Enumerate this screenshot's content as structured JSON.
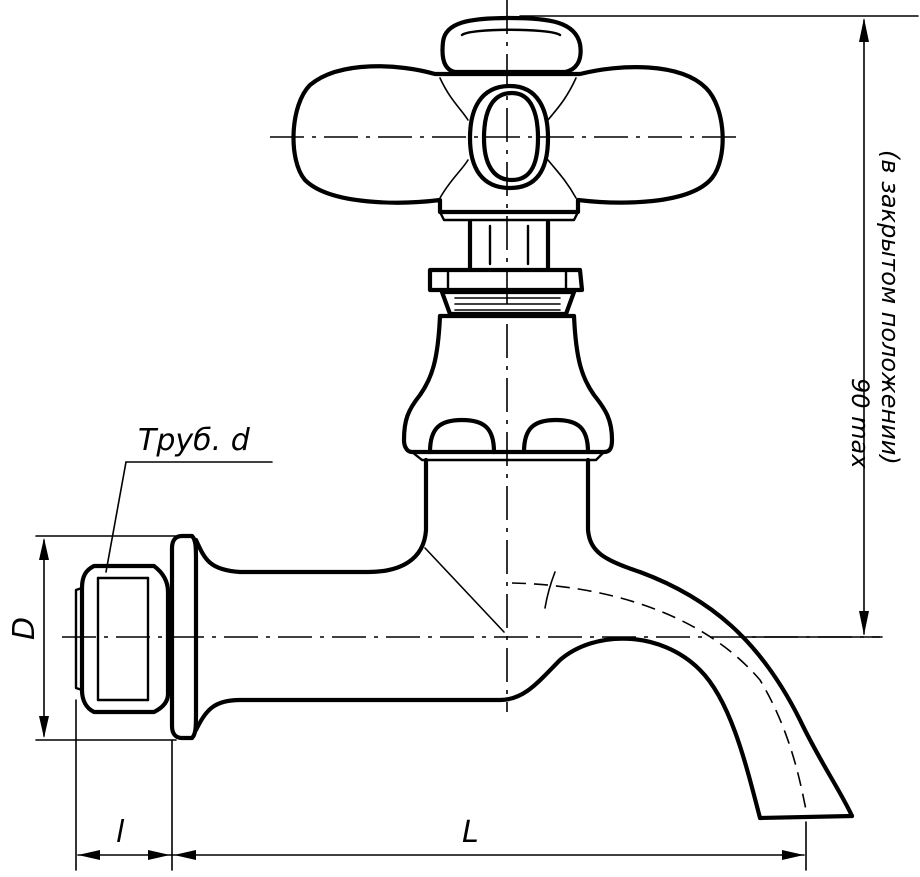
{
  "labels": {
    "pipe_thread": "Труб. d",
    "flange_diameter": "D",
    "thread_length": "l",
    "spout_length": "L",
    "height_value": "90 max",
    "height_note": "(в закрытом положении)"
  }
}
